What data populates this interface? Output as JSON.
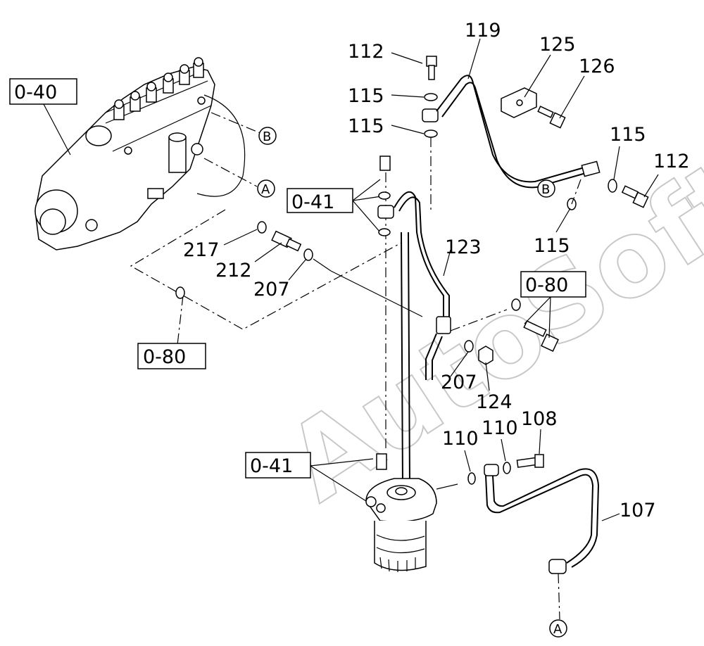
{
  "watermark": "AutoSoft",
  "part_numbers": {
    "p112a": "112",
    "p119": "119",
    "p125": "125",
    "p126": "126",
    "p115a": "115",
    "p115b": "115",
    "p115c": "115",
    "p112b": "112",
    "p115d": "115",
    "p217": "217",
    "p212": "212",
    "p207a": "207",
    "p123": "123",
    "p207b": "207",
    "p124": "124",
    "p110a": "110",
    "p110b": "110",
    "p108": "108",
    "p107": "107"
  },
  "references": {
    "r040": "0-40",
    "r041a": "0-41",
    "r080a": "0-80",
    "r080b": "0-80",
    "r041b": "0-41"
  },
  "connectors": {
    "b_upper": "B",
    "a_upper": "A",
    "b_right": "B",
    "a_bottom": "A"
  }
}
